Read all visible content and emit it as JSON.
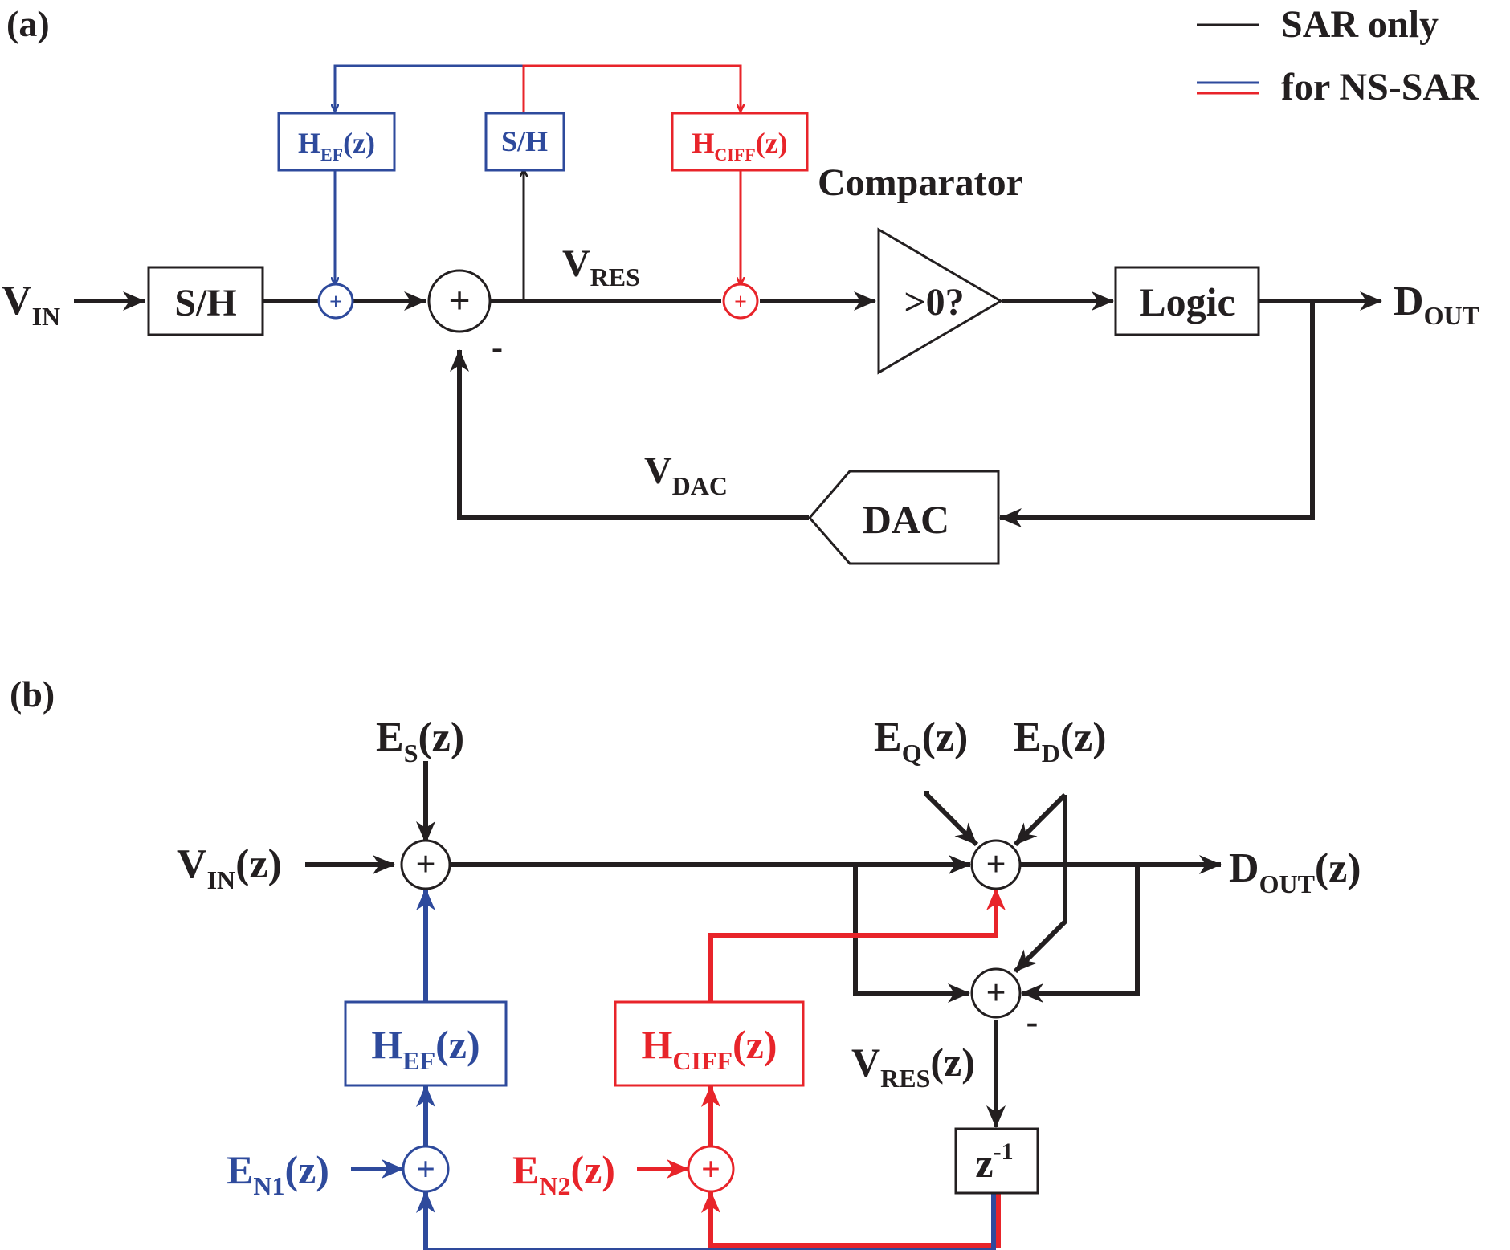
{
  "colors": {
    "black": "#231f20",
    "blue": "#2e4a9c",
    "red": "#e8242a"
  },
  "legend": {
    "sar_only": "SAR only",
    "ns_sar": "for NS-SAR"
  },
  "panel_a": {
    "tag": "(a)",
    "vin": "V",
    "vin_sub": "IN",
    "sh_main": "S/H",
    "sh_feedback": "S/H",
    "hef": "H",
    "hef_sub": "EF",
    "hef_arg": "(z)",
    "hciff": "H",
    "hciff_sub": "CIFF",
    "hciff_arg": "(z)",
    "small_plus": "+",
    "sum_plus": "+",
    "sum_minus": "-",
    "vres": "V",
    "vres_sub": "RES",
    "comparator_title": "Comparator",
    "comparator_text": ">0?",
    "logic": "Logic",
    "dout": "D",
    "dout_sub": "OUT",
    "dac": "DAC",
    "vdac": "V",
    "vdac_sub": "DAC"
  },
  "panel_b": {
    "tag": "(b)",
    "es": "E",
    "es_sub": "S",
    "es_arg": "(z)",
    "eq": "E",
    "eq_sub": "Q",
    "eq_arg": "(z)",
    "ed": "E",
    "ed_sub": "D",
    "ed_arg": "(z)",
    "vin": "V",
    "vin_sub": "IN",
    "vin_arg": "(z)",
    "dout": "D",
    "dout_sub": "OUT",
    "dout_arg": "(z)",
    "plus": "+",
    "minus": "-",
    "hef": "H",
    "hef_sub": "EF",
    "hef_arg": "(z)",
    "hciff": "H",
    "hciff_sub": "CIFF",
    "hciff_arg": "(z)",
    "vres": "V",
    "vres_sub": "RES",
    "vres_arg": "(z)",
    "zinv": "z",
    "zinv_sup": "-1",
    "en1": "E",
    "en1_sub": "N1",
    "en1_arg": "(z)",
    "en2": "E",
    "en2_sub": "N2",
    "en2_arg": "(z)"
  }
}
